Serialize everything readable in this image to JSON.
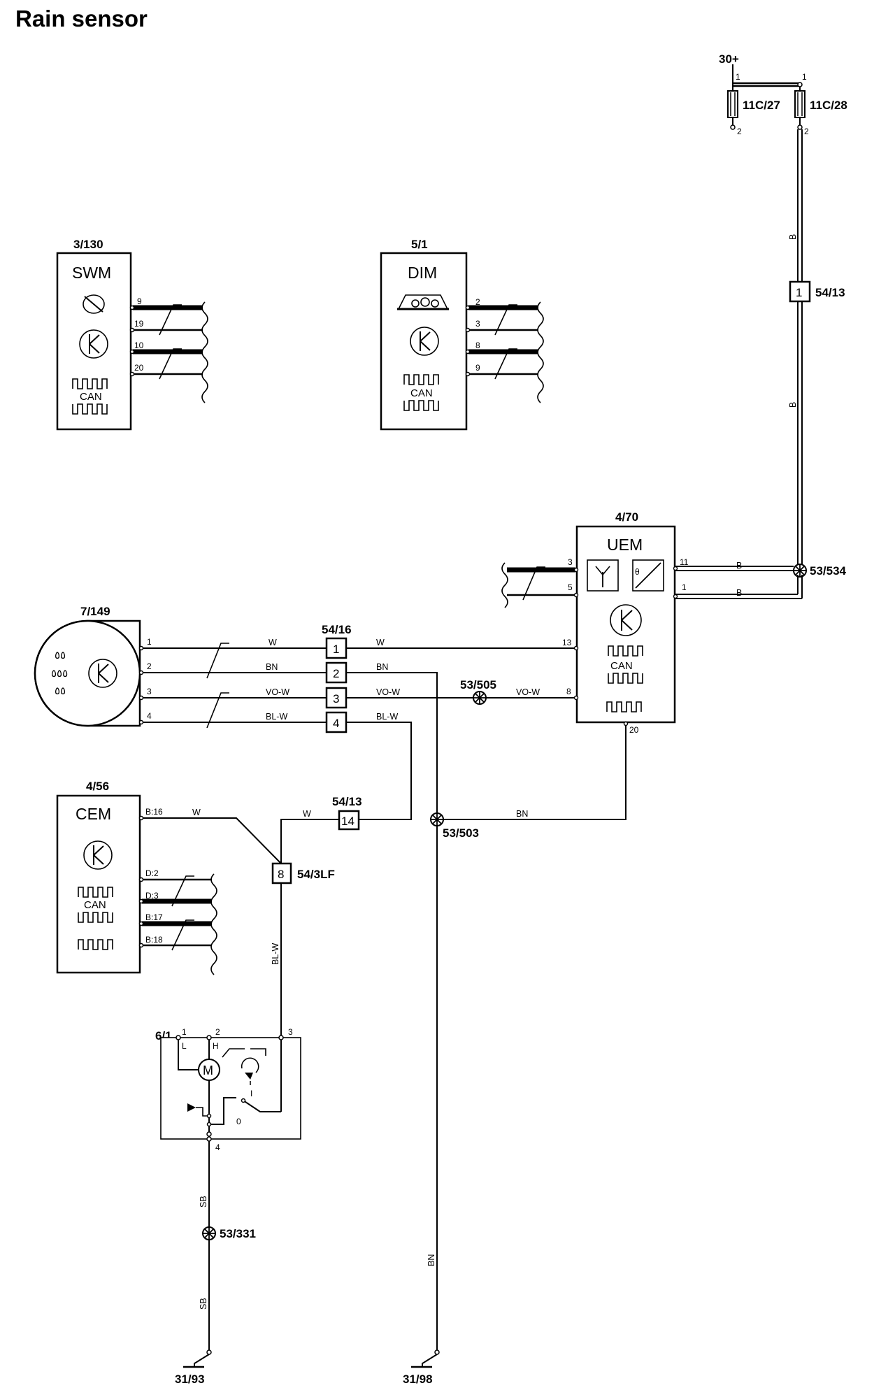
{
  "title": "Rain sensor",
  "terminals": {
    "battery": "30+",
    "ground_a": "31/93",
    "ground_b": "31/98"
  },
  "fuses": {
    "left": "11C/27",
    "right": "11C/28",
    "pin1": "1",
    "pin2": "2"
  },
  "modules": {
    "swm": {
      "ref": "3/130",
      "name": "SWM",
      "can": "CAN",
      "pins": [
        "9",
        "19",
        "10",
        "20"
      ]
    },
    "dim": {
      "ref": "5/1",
      "name": "DIM",
      "can": "CAN",
      "pins": [
        "2",
        "3",
        "8",
        "9"
      ]
    },
    "uem": {
      "ref": "4/70",
      "name": "UEM",
      "can": "CAN",
      "pins": {
        "p3": "3",
        "p5": "5",
        "p11": "11",
        "p1": "1",
        "p13": "13",
        "p8": "8",
        "p20": "20"
      }
    },
    "cem": {
      "ref": "4/56",
      "name": "CEM",
      "can": "CAN",
      "pins": {
        "b16": "B:16",
        "d2": "D:2",
        "d3": "D:3",
        "b17": "B:17",
        "b18": "B:18"
      }
    },
    "rain_sensor": {
      "ref": "7/149",
      "pins": [
        "1",
        "2",
        "3",
        "4"
      ]
    },
    "wiper_motor": {
      "ref": "6/1",
      "pins": {
        "p1": "1",
        "p2": "2",
        "p3": "3",
        "p4": "4"
      },
      "motor_label": "M",
      "low": "L",
      "high": "H",
      "park": "0",
      "int": "I"
    }
  },
  "connectors": {
    "c5416": {
      "ref": "54/16",
      "cells": [
        "1",
        "2",
        "3",
        "4"
      ]
    },
    "c5413_top": {
      "ref": "54/13",
      "cell": "1"
    },
    "c5413_mid": {
      "ref": "54/13",
      "cell": "14"
    },
    "c543lf": {
      "ref": "54/3LF",
      "cell": "8"
    }
  },
  "splices": {
    "s534": "53/534",
    "s505": "53/505",
    "s503": "53/503",
    "s331": "53/331"
  },
  "wire_colors": {
    "b": "B",
    "w": "W",
    "bn": "BN",
    "vo_w": "VO-W",
    "bl_w": "BL-W",
    "sb": "SB"
  }
}
